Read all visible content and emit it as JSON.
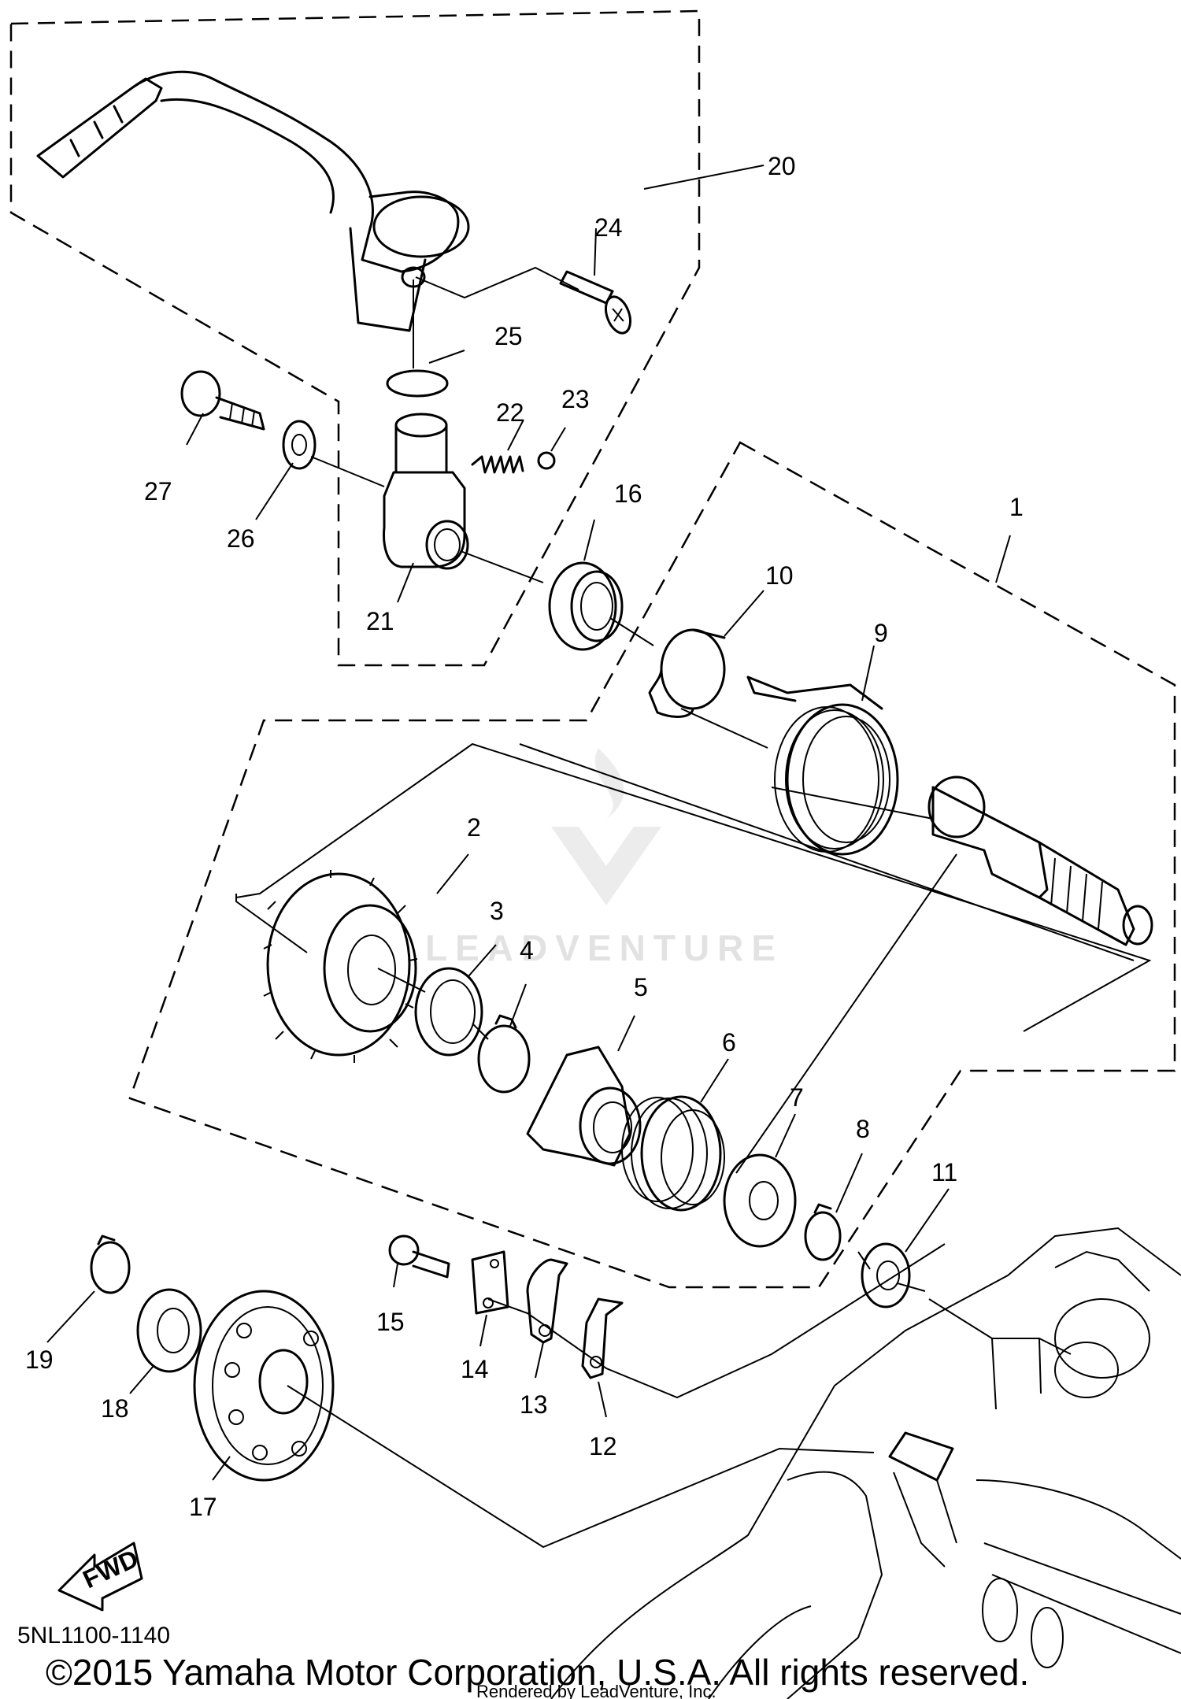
{
  "diagram_code": "5NL1100-1140",
  "copyright": "©2015 Yamaha Motor Corporation, U.S.A. All rights reserved.",
  "rendered_by": "Rendered by LeadVenture, Inc.",
  "watermark": "LEADVENTURE",
  "fwd_label": "FWD",
  "callouts": {
    "p1": "1",
    "p2": "2",
    "p3": "3",
    "p4": "4",
    "p5": "5",
    "p6": "6",
    "p7": "7",
    "p8": "8",
    "p9": "9",
    "p10": "10",
    "p11": "11",
    "p12": "12",
    "p13": "13",
    "p14": "14",
    "p15": "15",
    "p16": "16",
    "p17": "17",
    "p18": "18",
    "p19": "19",
    "p20": "20",
    "p21": "21",
    "p22": "22",
    "p23": "23",
    "p24": "24",
    "p25": "25",
    "p26": "26",
    "p27": "27"
  }
}
